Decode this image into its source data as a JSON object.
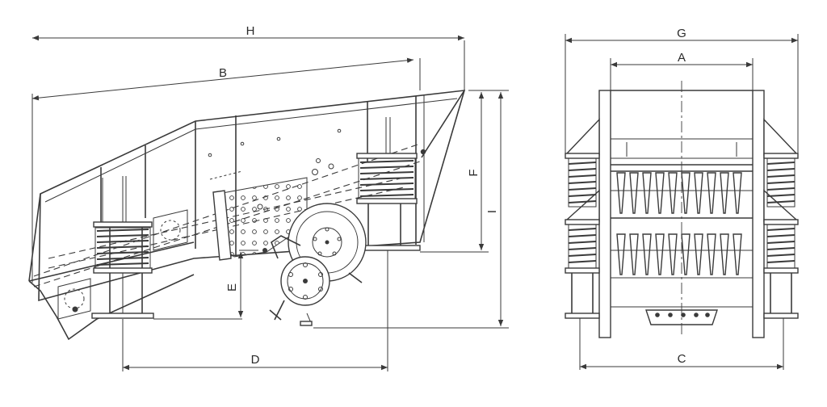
{
  "dimension_labels": {
    "H": "H",
    "B": "B",
    "F": "F",
    "I": "I",
    "E": "E",
    "D": "D",
    "G": "G",
    "A": "A",
    "C": "C"
  },
  "colors": {
    "line": "#3a3a3a",
    "background": "#ffffff"
  }
}
